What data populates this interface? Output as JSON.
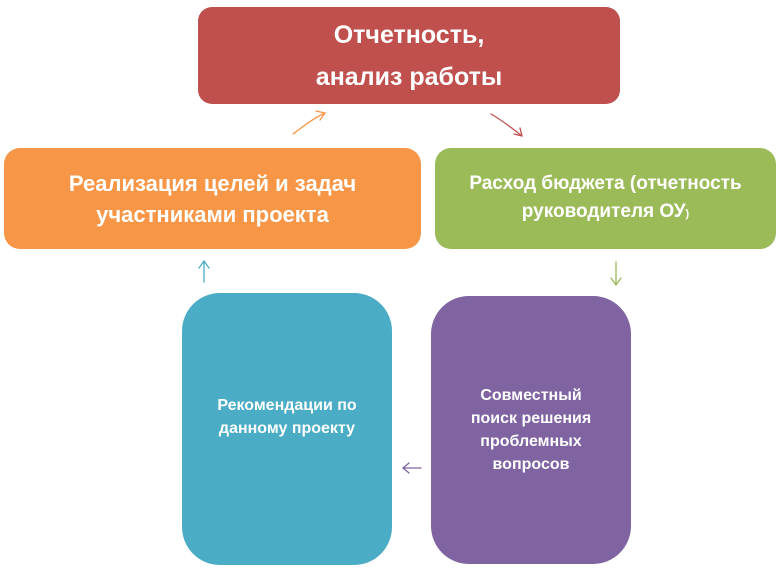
{
  "colors": {
    "top": "#c0504d",
    "left": "#f79646",
    "right": "#9bbb59",
    "bottom_left": "#4bacc6",
    "bottom_right": "#8064a2",
    "arrow_top_left": "#f79646",
    "arrow_top_right": "#c0504d",
    "arrow_right_down": "#9bbb59",
    "arrow_bottom": "#8064a2",
    "arrow_left_up": "#4bacc6"
  },
  "nodes": {
    "top": {
      "line1": "Отчетность,",
      "line2": "анализ работы"
    },
    "left": {
      "line1": "Реализация целей и задач",
      "line2": "участниками проекта"
    },
    "right": {
      "line1": "Расход бюджета (отчетность",
      "line2": "руководителя ОУ",
      "paren": ")"
    },
    "bottom_left": {
      "line1": "Рекомендации по",
      "line2": "данному  проекту"
    },
    "bottom_right": {
      "line1": "Совместный",
      "line2": "поиск решения",
      "line3": "проблемных",
      "line4": "вопросов"
    }
  }
}
